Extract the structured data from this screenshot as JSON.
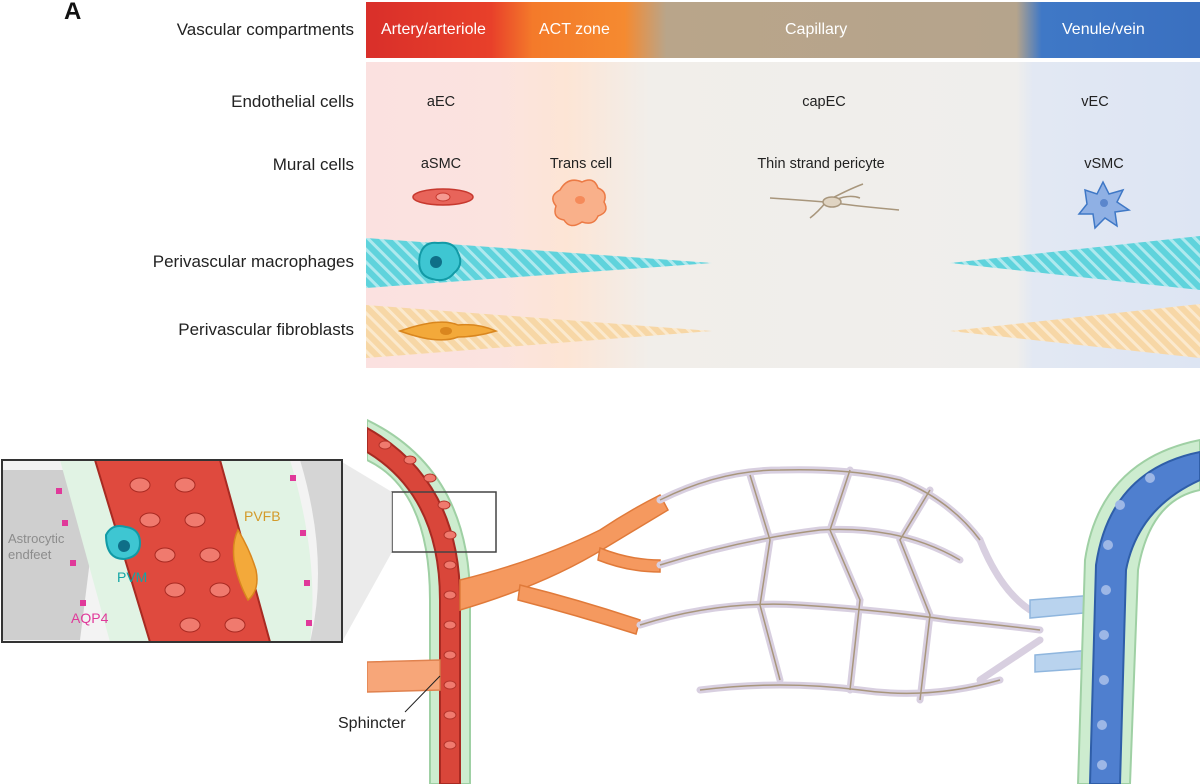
{
  "panel_letter": "A",
  "rows": {
    "vascular": "Vascular compartments",
    "endothelial": "Endothelial cells",
    "mural": "Mural cells",
    "macrophages": "Perivascular macrophages",
    "fibroblasts": "Perivascular fibroblasts"
  },
  "compartments": {
    "artery": "Artery/arteriole",
    "act": "ACT zone",
    "capillary": "Capillary",
    "venule": "Venule/vein"
  },
  "endothelial_cells": {
    "arterial": "aEC",
    "capillary": "capEC",
    "venous": "vEC"
  },
  "mural_cells": {
    "arterial": "aSMC",
    "act": "Trans cell",
    "capillary": "Thin strand pericyte",
    "venous": "vSMC"
  },
  "inset": {
    "endfeet": [
      "Astrocytic",
      "endfeet"
    ],
    "pvm": "PVM",
    "pvfb": "PVFB",
    "aqp4": "AQP4"
  },
  "sphincter": "Sphincter",
  "colors": {
    "artery": "#d93b30",
    "act": "#f47a2a",
    "capillary": "#b5a48c",
    "venule": "#3f78c6",
    "macrophage": "#3cc3cf",
    "fibroblast": "#f0b04a",
    "pvm_label": "#12a5a5",
    "pvfb_label": "#d39a2a",
    "aqp4_label": "#e0399a"
  }
}
